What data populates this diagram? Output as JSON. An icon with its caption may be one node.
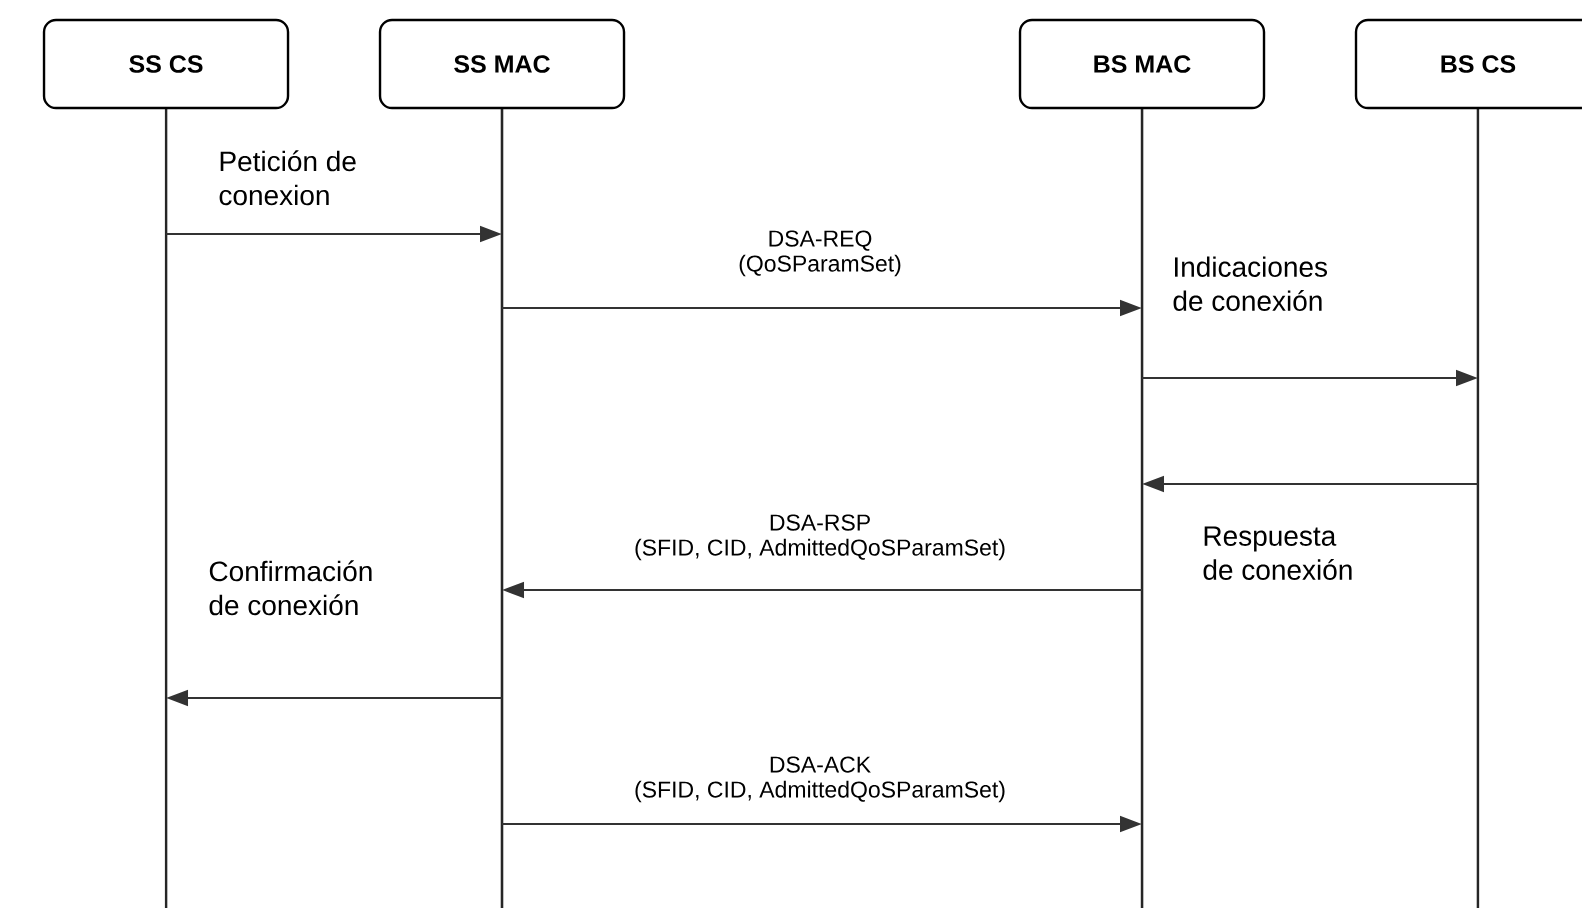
{
  "diagram": {
    "nodes": [
      {
        "text": [
          "SS CS"
        ]
      },
      {
        "text": [
          "SS MAC"
        ]
      },
      {
        "text": [
          "BS MAC"
        ]
      },
      {
        "text": [
          "BS CS"
        ]
      }
    ],
    "edges": [
      {
        "from": 0,
        "to": 1,
        "arrow": "to",
        "label": "Petición de conexion"
      },
      {
        "from": 1,
        "to": 2,
        "arrow": "to",
        "label": "DSA-REQ (QoSParamSet)"
      },
      {
        "from": 2,
        "to": 3,
        "arrow": "to",
        "label": "Indicaciones de conexión"
      },
      {
        "from": 3,
        "to": 2,
        "arrow": "to",
        "label": "Respuesta de conexión"
      },
      {
        "from": 2,
        "to": 1,
        "arrow": "to",
        "label": "DSA-RSP (SFID, CID, AdmittedQoSParamSet)"
      },
      {
        "from": 1,
        "to": 0,
        "arrow": "to",
        "label": "Confirmación de conexión"
      },
      {
        "from": 1,
        "to": 2,
        "arrow": "to",
        "label": "DSA-ACK (SFID, CID, AdmittedQoSParamSet)"
      }
    ]
  }
}
